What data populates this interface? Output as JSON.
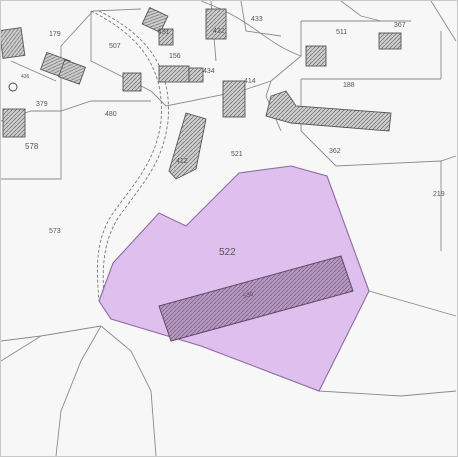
{
  "map": {
    "highlight_parcel_label": "522",
    "building_label_main": "530",
    "parcel_labels": {
      "p179": "179",
      "p507": "507",
      "p431": "431",
      "p432": "432",
      "p433": "433",
      "p511": "511",
      "p367": "367",
      "p156": "156",
      "p434": "434",
      "p414": "414",
      "p188": "188",
      "p379": "379",
      "p480": "480",
      "p578": "578",
      "p412": "412",
      "p521": "521",
      "p362": "362",
      "p219": "219",
      "p573": "573",
      "p436": "436"
    }
  },
  "colors": {
    "highlight_fill": "#dcb8ec",
    "highlight_stroke": "#8e6aa0",
    "hatch": "#555555",
    "parcel_line": "#8a8a8a",
    "background": "#f7f7f7"
  }
}
